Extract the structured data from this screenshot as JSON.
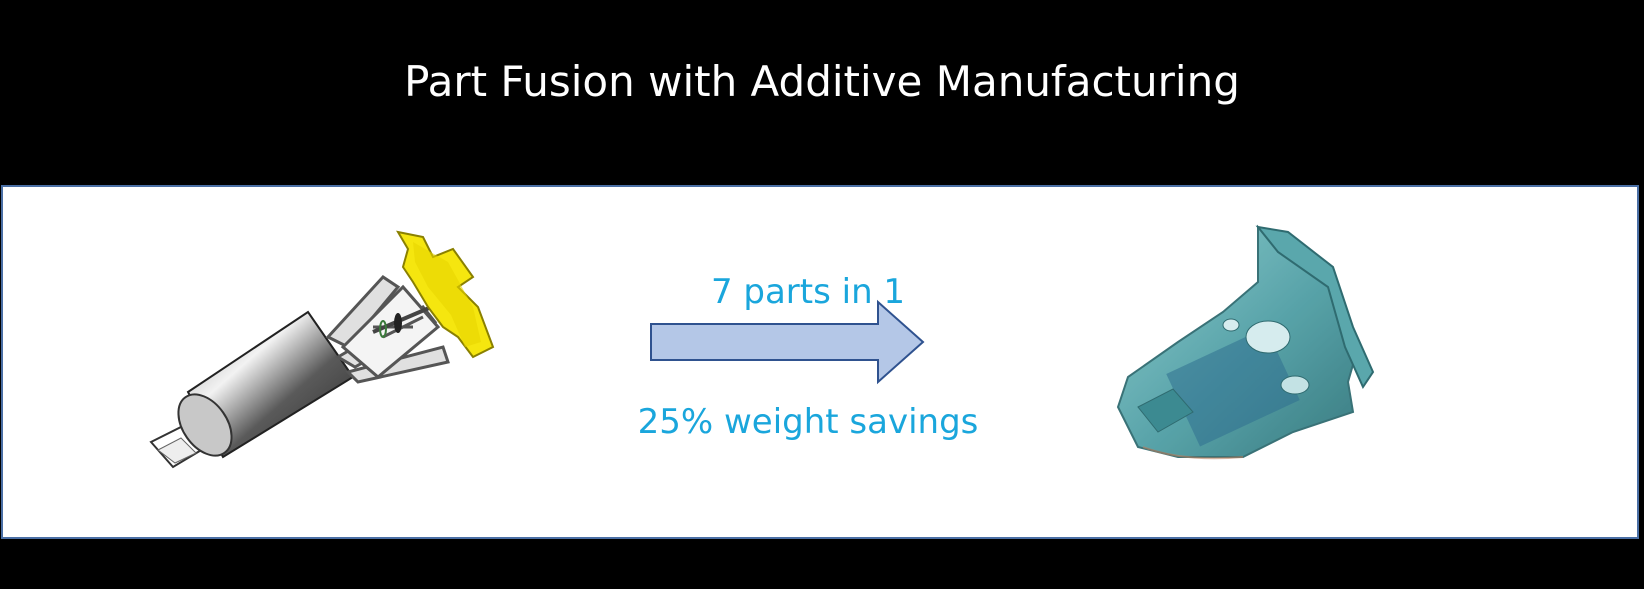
{
  "title": "Part Fusion with Additive Manufacturing",
  "arrow": {
    "top_label": "7 parts in 1",
    "bottom_label": "25% weight savings"
  },
  "colors": {
    "background": "#000000",
    "panel": "#ffffff",
    "panel_border": "#4a6fa5",
    "label_text": "#1aa6dc",
    "arrow_fill": "#b4c7e7",
    "arrow_stroke": "#2f528f",
    "knob_yellow": "#f5e60f",
    "fused_part": "#3f8f96"
  }
}
